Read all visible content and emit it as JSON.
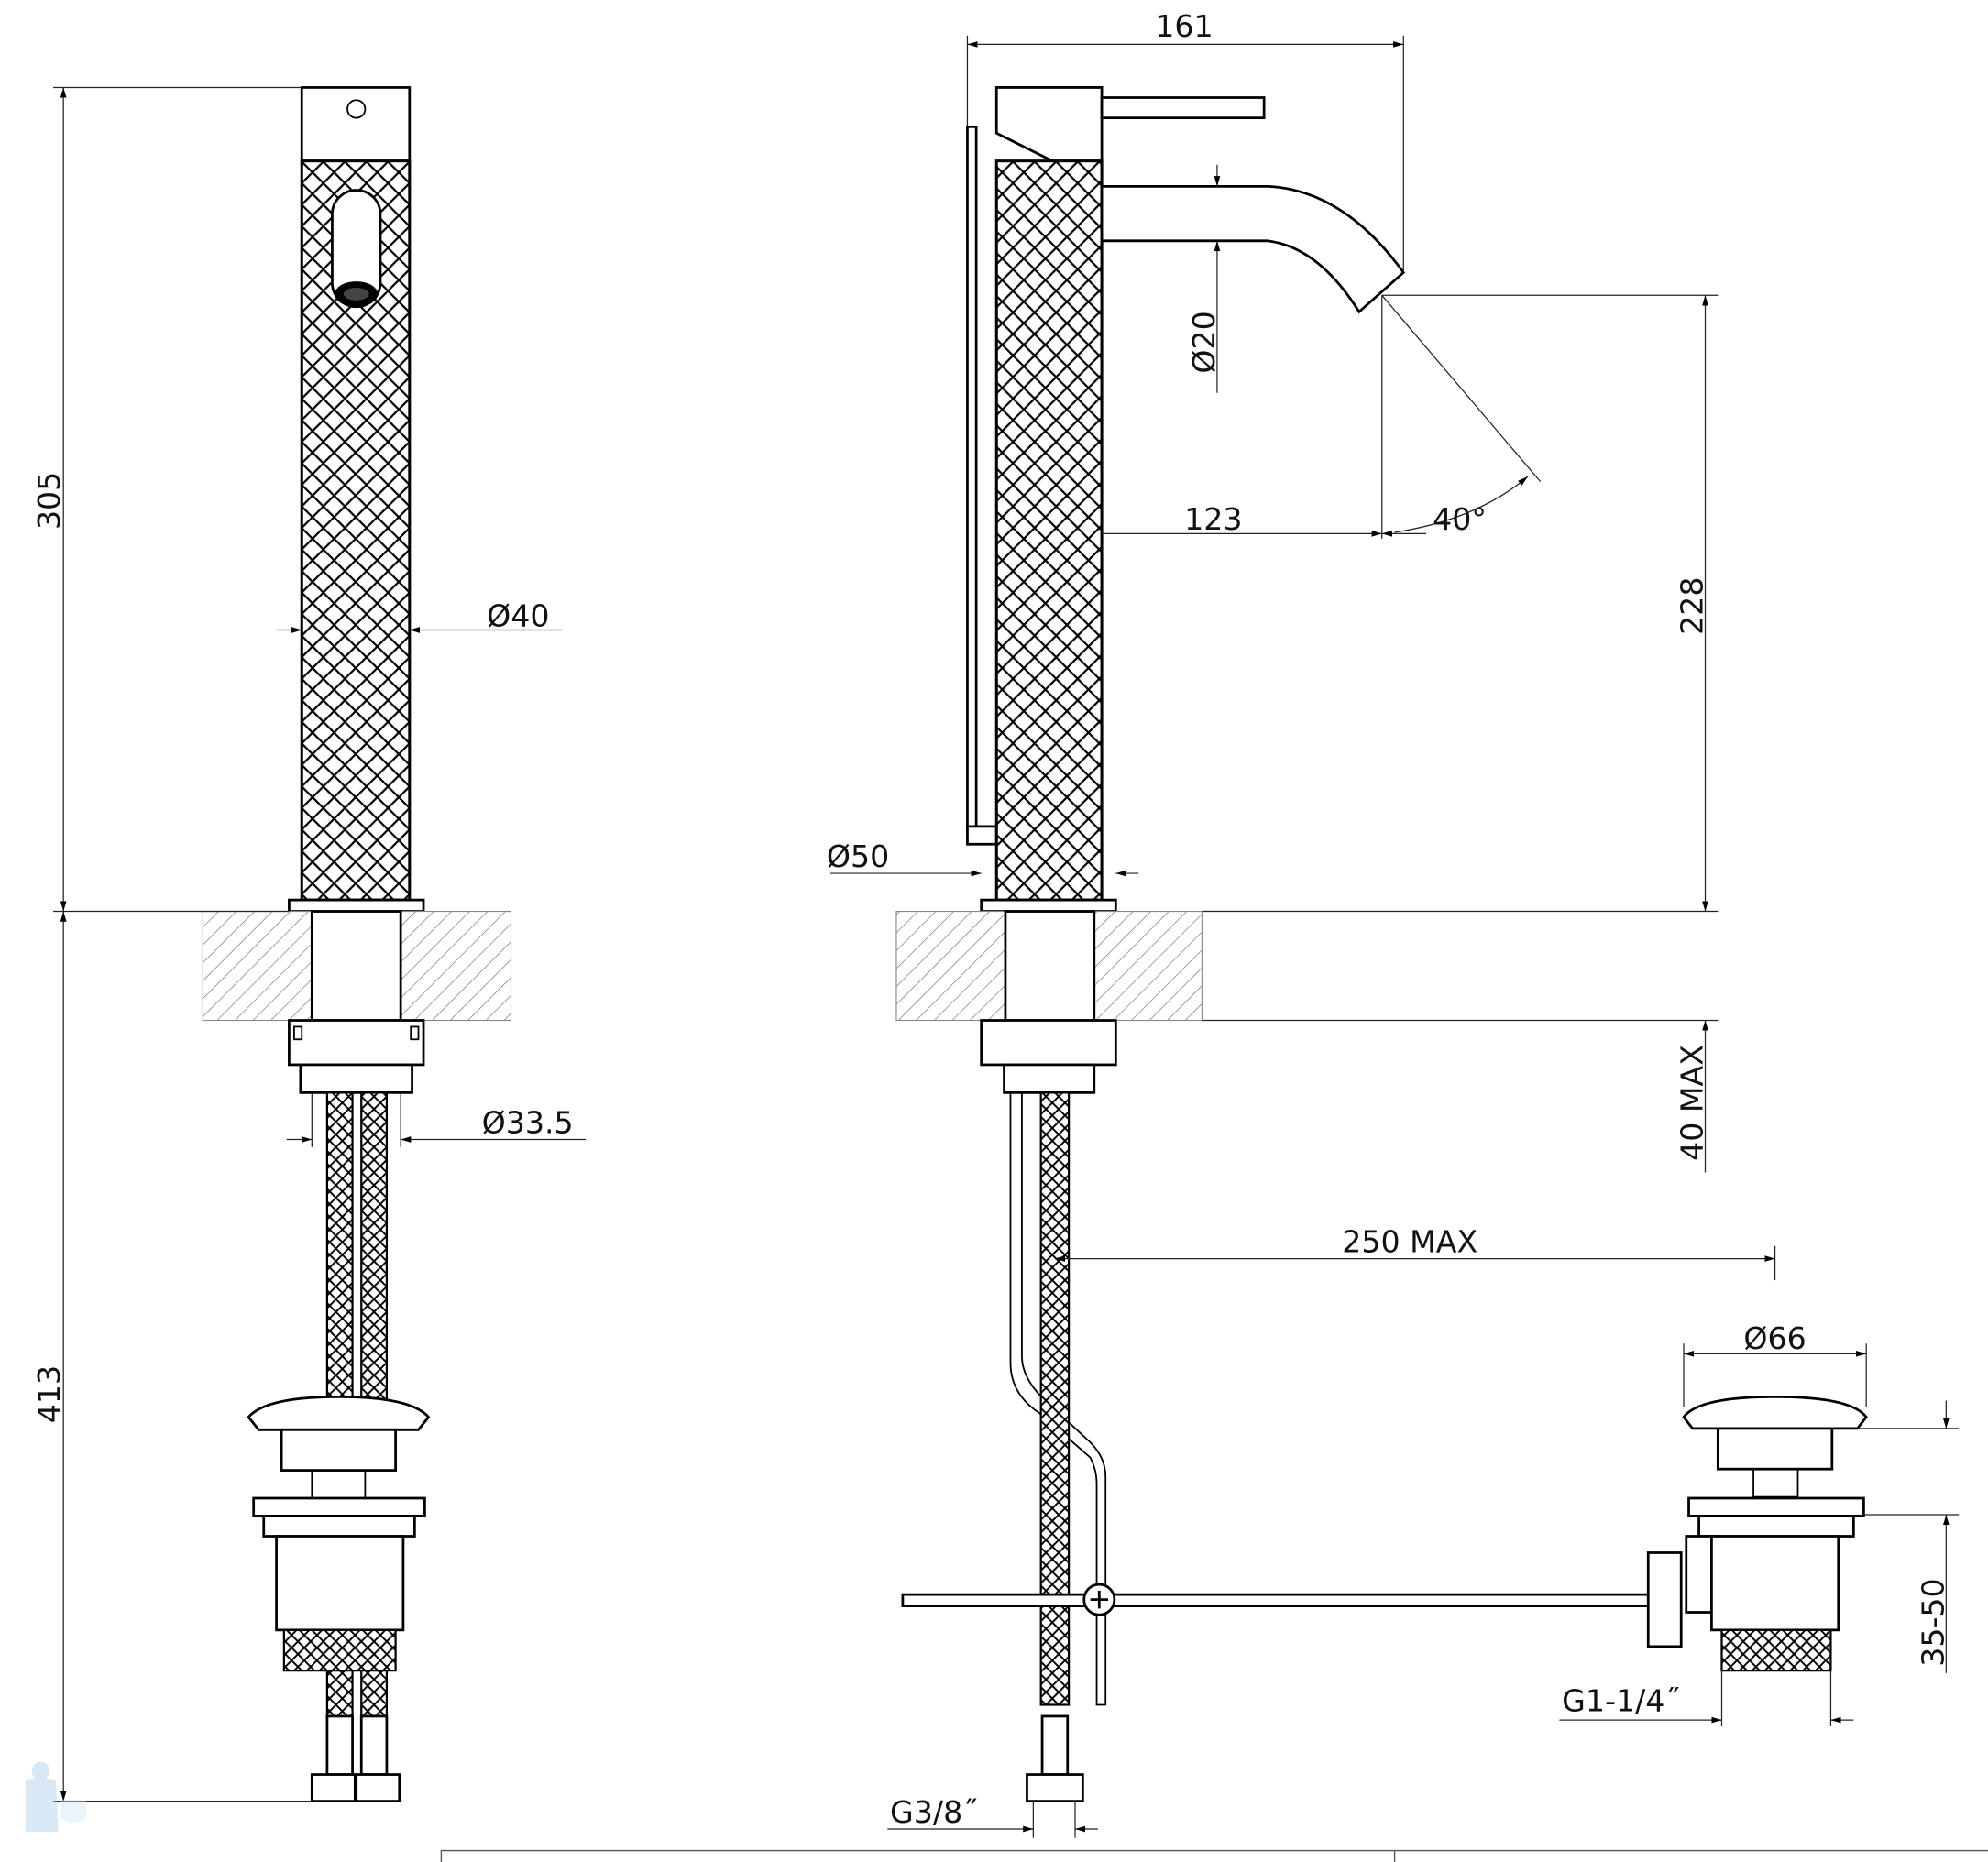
{
  "drawing": {
    "front_view": {
      "height_above_counter": "305",
      "height_below_counter": "413",
      "body_diameter": "Ø40",
      "shank_diameter": "Ø33.5"
    },
    "side_view": {
      "overall_reach": "161",
      "spout_diameter": "Ø20",
      "spout_reach": "123",
      "spout_angle": "40°",
      "spout_height": "228",
      "base_diameter": "Ø50",
      "max_counter_thickness": "40  MAX",
      "max_drain_distance": "250  MAX",
      "hose_connection": "G3/8˝"
    },
    "drain": {
      "cap_diameter": "Ø66",
      "height_range": "35-50",
      "thread": "G1-1/4˝"
    }
  }
}
